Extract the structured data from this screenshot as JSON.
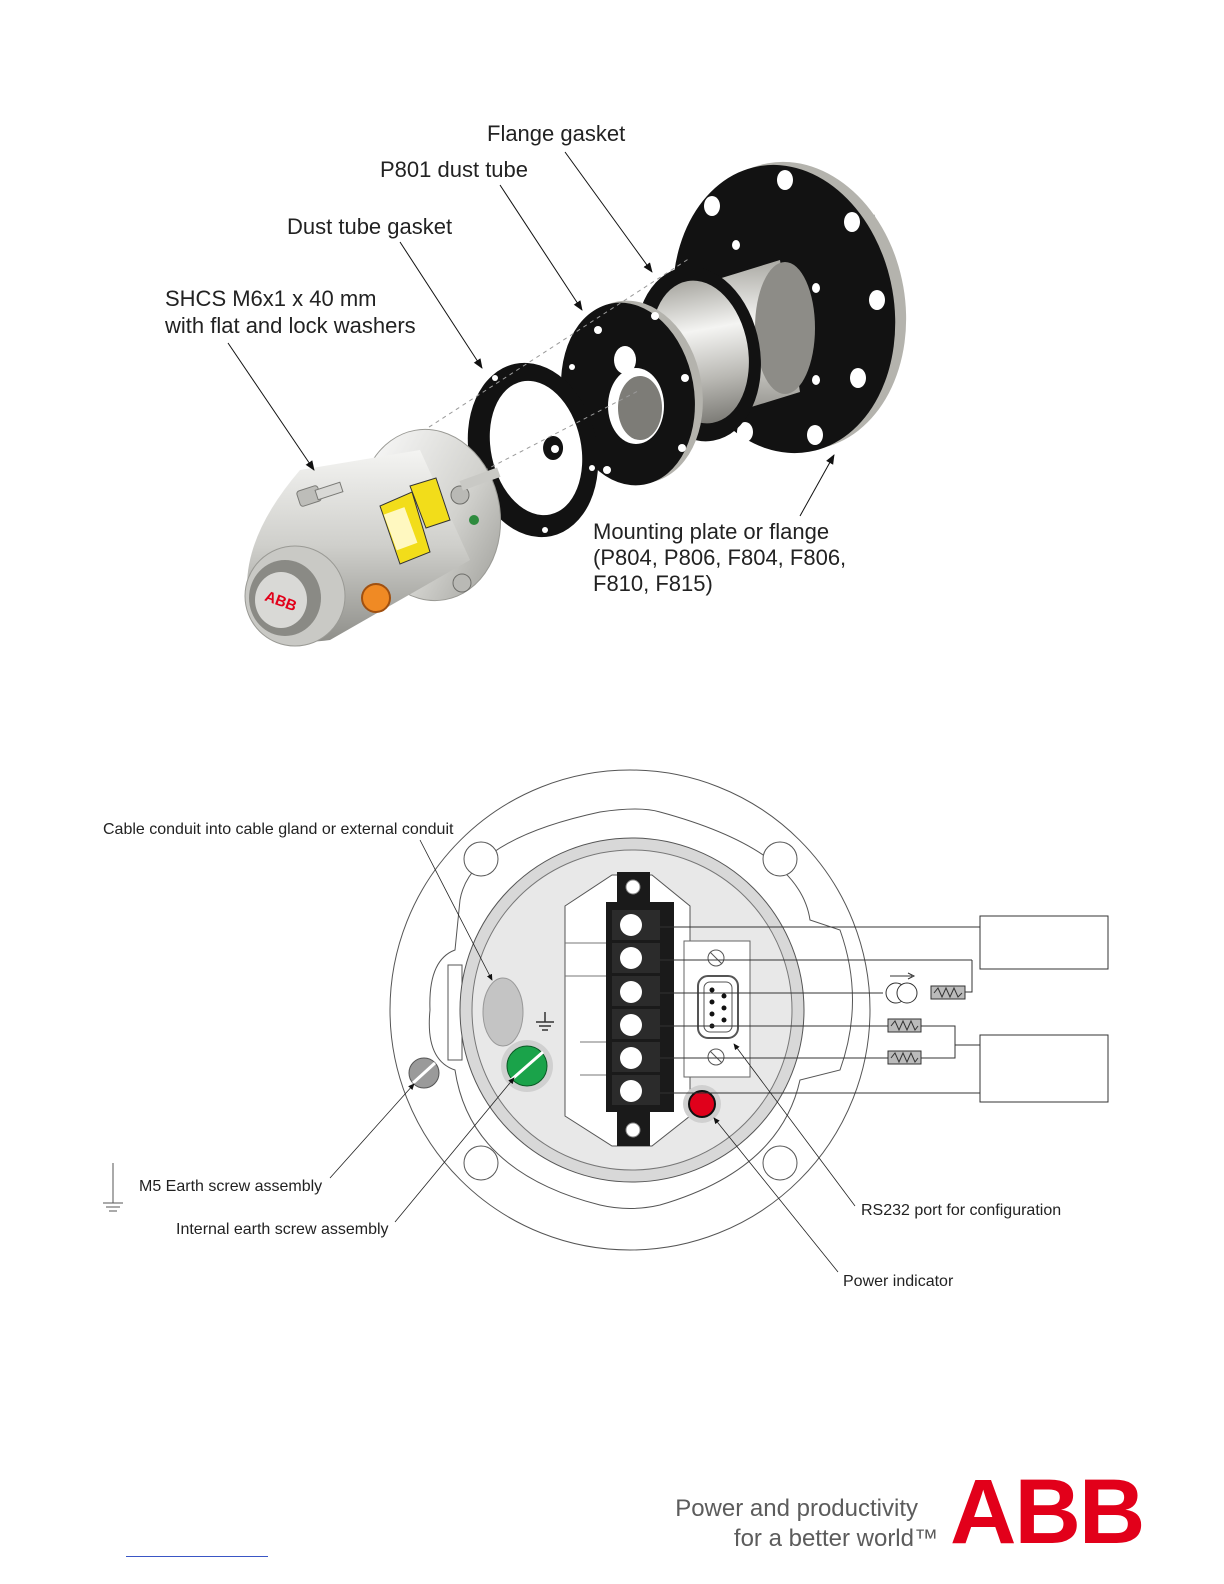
{
  "exploded_view": {
    "labels": {
      "flange_gasket": "Flange gasket",
      "dust_tube": "P801 dust tube",
      "dust_tube_gasket": "Dust tube gasket",
      "shcs_line1": "SHCS M6x1 x 40 mm",
      "shcs_line2": "with flat and lock washers",
      "mounting_line1": "Mounting plate or flange",
      "mounting_line2": "(P804, P806, F804, F806,",
      "mounting_line3": "F810, F815)"
    },
    "unit_logo_text": "ABB"
  },
  "wiring_view": {
    "labels": {
      "cable_conduit": "Cable conduit into cable gland or external conduit",
      "m5_earth": "M5 Earth screw assembly",
      "internal_earth": "Internal earth screw assembly",
      "rs232": "RS232 port for configuration",
      "power_indicator": "Power indicator"
    },
    "terminal_count": 6
  },
  "footer": {
    "tagline_line1": "Power and productivity",
    "tagline_line2": "for a better world™",
    "logo": "ABB"
  },
  "colors": {
    "abb_red": "#e2001a",
    "internal_earth_green": "#1aa34a",
    "power_led_red": "#e0001b",
    "gasket_black": "#111111"
  }
}
